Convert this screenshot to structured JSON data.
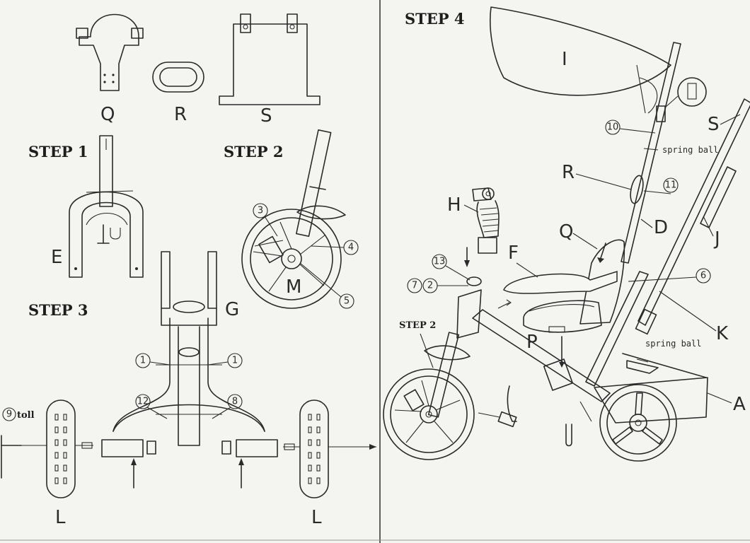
{
  "steps": {
    "step1": "STEP 1",
    "step2": "STEP 2",
    "step3": "STEP 3",
    "step4": "STEP 4",
    "step2_small": "STEP 2"
  },
  "parts": {
    "Q": "Q",
    "R": "R",
    "S": "S",
    "E": "E",
    "M": "M",
    "G": "G",
    "L": "L",
    "H": "H",
    "F": "F",
    "P": "P",
    "I": "I",
    "D": "D",
    "J": "J",
    "K": "K",
    "A": "A"
  },
  "callouts": {
    "c1": "1",
    "c3": "3",
    "c4": "4",
    "c5": "5",
    "c6": "6",
    "c7": "7",
    "c2": "2",
    "c8": "8",
    "c9": "9",
    "c10": "10",
    "c11": "11",
    "c12": "12",
    "c13": "13"
  },
  "notes": {
    "toll": "toll",
    "spring_ball": "spring ball"
  }
}
